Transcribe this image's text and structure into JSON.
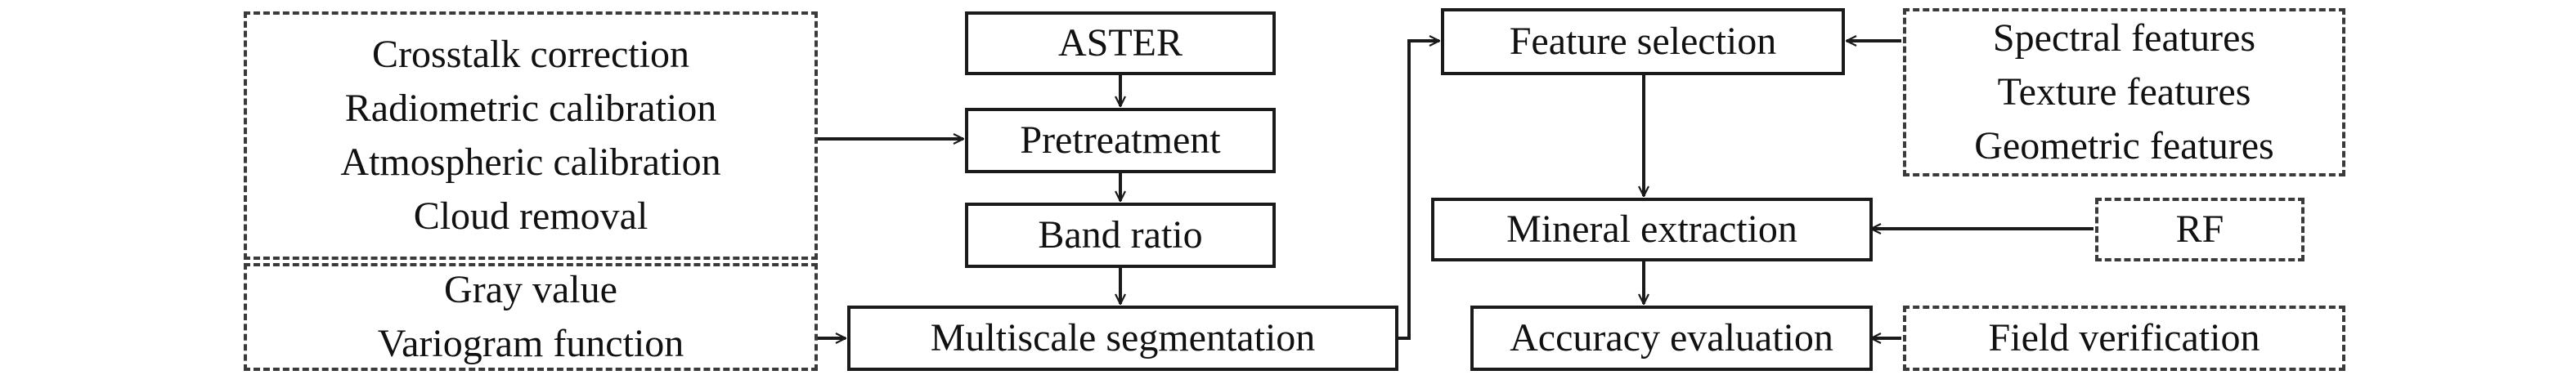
{
  "nodes": {
    "pre_inputs": [
      "Crosstalk correction",
      "Radiometric calibration",
      "Atmospheric calibration",
      "Cloud removal"
    ],
    "seg_inputs": [
      "Gray value",
      "Variogram function"
    ],
    "aster": "ASTER",
    "pretreatment": "Pretreatment",
    "band_ratio": "Band ratio",
    "segmentation": "Multiscale segmentation",
    "feature_selection": "Feature selection",
    "feature_inputs": [
      "Spectral features",
      "Texture features",
      "Geometric features"
    ],
    "mineral_extraction": "Mineral extraction",
    "rf": "RF",
    "accuracy_evaluation": "Accuracy evaluation",
    "field_verification": "Field verification"
  },
  "style": {
    "line_color": "#1a1a1a",
    "text_color": "#111111"
  }
}
